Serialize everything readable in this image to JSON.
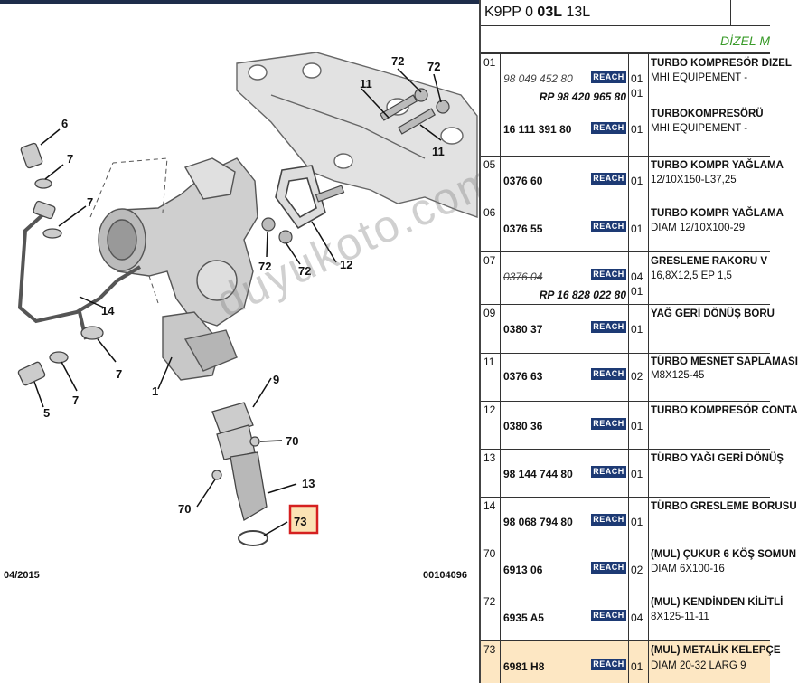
{
  "header": {
    "code_prefix": "K9PP 0 ",
    "code_bold": "03L",
    "code_suffix": " 13L",
    "engine": "DİZEL M"
  },
  "diagram": {
    "labels": [
      "72",
      "72",
      "11",
      "6",
      "7",
      "7",
      "7",
      "1",
      "14",
      "5",
      "7",
      "72",
      "72",
      "12",
      "9",
      "70",
      "70",
      "13",
      "73",
      "11"
    ],
    "date": "04/2015",
    "ref": "00104096",
    "watermark": "duyukoto.com"
  },
  "badge": "REACH",
  "rows": [
    {
      "idx": "01",
      "lines": [
        {
          "pn": "98 049 452 80",
          "style": "it",
          "q": "01",
          "d": "TURBO KOMPRESÖR DIZEL"
        },
        {
          "pn": "RP 98 420 965 80",
          "style": "rt",
          "q": "01",
          "d": "MHI EQUIPEMENT -"
        },
        {
          "pn": "16 111 391 80",
          "style": "",
          "q": "01",
          "d": "TURBOKOMPRESÖRÜ"
        },
        {
          "pn": "",
          "style": "",
          "q": "",
          "d": "MHI EQUIPEMENT -"
        }
      ]
    },
    {
      "idx": "05",
      "pn": "0376 60",
      "q": "01",
      "d1": "TURBO KOMPR YAĞLAMA",
      "d2": "12/10X150-L37,25"
    },
    {
      "idx": "06",
      "pn": "0376 55",
      "q": "01",
      "d1": "TURBO KOMPR YAĞLAMA",
      "d2": "DIAM 12/10X100-29"
    },
    {
      "idx": "07",
      "pn": "0376 04",
      "pn2": "RP 16 828 022 80",
      "q": "04",
      "q2": "01",
      "d1": "GRESLEME RAKORU V",
      "d2": "16,8X12,5 EP 1,5"
    },
    {
      "idx": "09",
      "pn": "0380 37",
      "q": "01",
      "d1": "YAĞ GERİ DÖNÜŞ BORU",
      "d2": ""
    },
    {
      "idx": "11",
      "pn": "0376 63",
      "q": "02",
      "d1": "TÜRBO MESNET SAPLAMASI",
      "d2": "M8X125-45"
    },
    {
      "idx": "12",
      "pn": "0380 36",
      "q": "01",
      "d1": "TURBO KOMPRESÖR CONTA",
      "d2": ""
    },
    {
      "idx": "13",
      "pn": "98 144 744 80",
      "q": "01",
      "d1": "TÜRBO YAĞI GERİ DÖNÜŞ",
      "d2": ""
    },
    {
      "idx": "14",
      "pn": "98 068 794 80",
      "q": "01",
      "d1": "TÜRBO GRESLEME BORUSU",
      "d2": ""
    },
    {
      "idx": "70",
      "pn": "6913 06",
      "q": "02",
      "d1": "(MUL) ÇUKUR 6 KÖŞ SOMUN",
      "d2": "DIAM 6X100-16"
    },
    {
      "idx": "72",
      "pn": "6935 A5",
      "q": "04",
      "d1": "(MUL) KENDİNDEN KİLİTLİ",
      "d2": "8X125-11-11"
    },
    {
      "idx": "73",
      "pn": "6981 H8",
      "q": "01",
      "d1": "(MUL) METALİK KELEPÇE",
      "d2": "DIAM 20-32 LARG 9"
    }
  ]
}
